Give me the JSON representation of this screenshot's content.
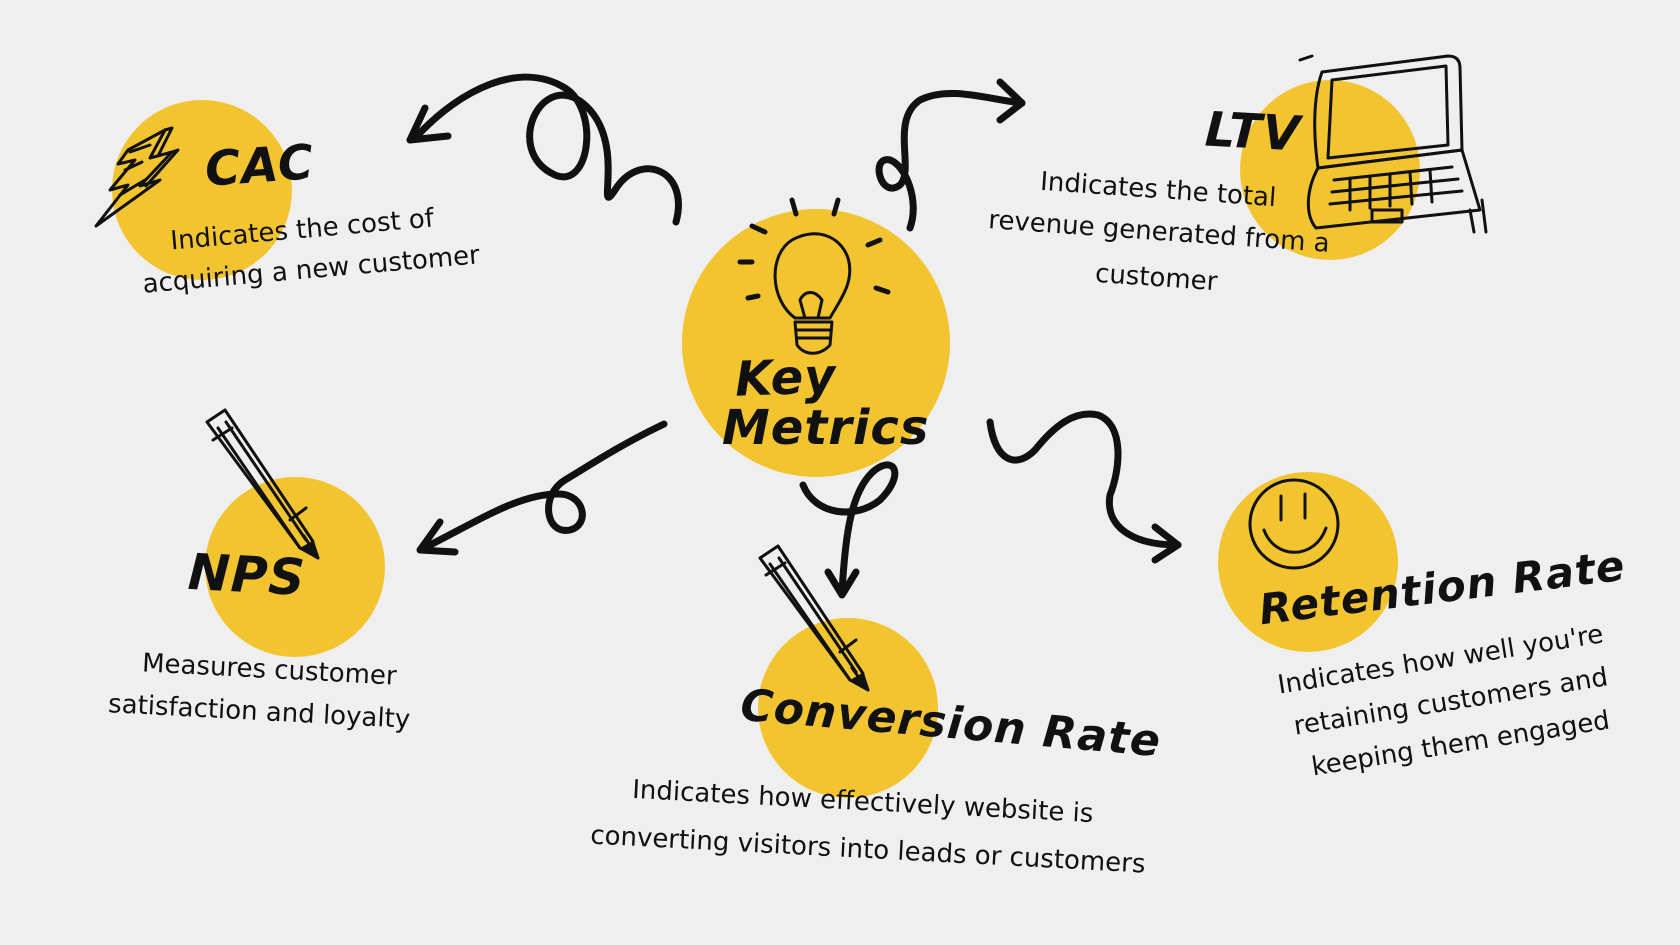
{
  "center": {
    "line1": "Key",
    "line2": "Metrics"
  },
  "nodes": {
    "cac": {
      "title": "CAC",
      "desc1": "Indicates the cost of",
      "desc2": "acquiring a new customer"
    },
    "ltv": {
      "title": "LTV",
      "desc1": "Indicates the total",
      "desc2": "revenue generated from a",
      "desc3": "customer"
    },
    "nps": {
      "title": "NPS",
      "desc1": "Measures customer",
      "desc2": "satisfaction and loyalty"
    },
    "conversion": {
      "title": "Conversion Rate",
      "desc1": "Indicates how effectively website is",
      "desc2": "converting visitors into leads or customers"
    },
    "retention": {
      "title": "Retention Rate",
      "desc1": "Indicates how well you're",
      "desc2": "retaining customers and",
      "desc3": "keeping them engaged"
    }
  },
  "colors": {
    "accent": "#f2c530",
    "background": "#efefef",
    "ink": "#111111"
  },
  "icons": [
    "lightning-icon",
    "lightbulb-icon",
    "laptop-icon",
    "pencil-icon",
    "smiley-icon"
  ]
}
